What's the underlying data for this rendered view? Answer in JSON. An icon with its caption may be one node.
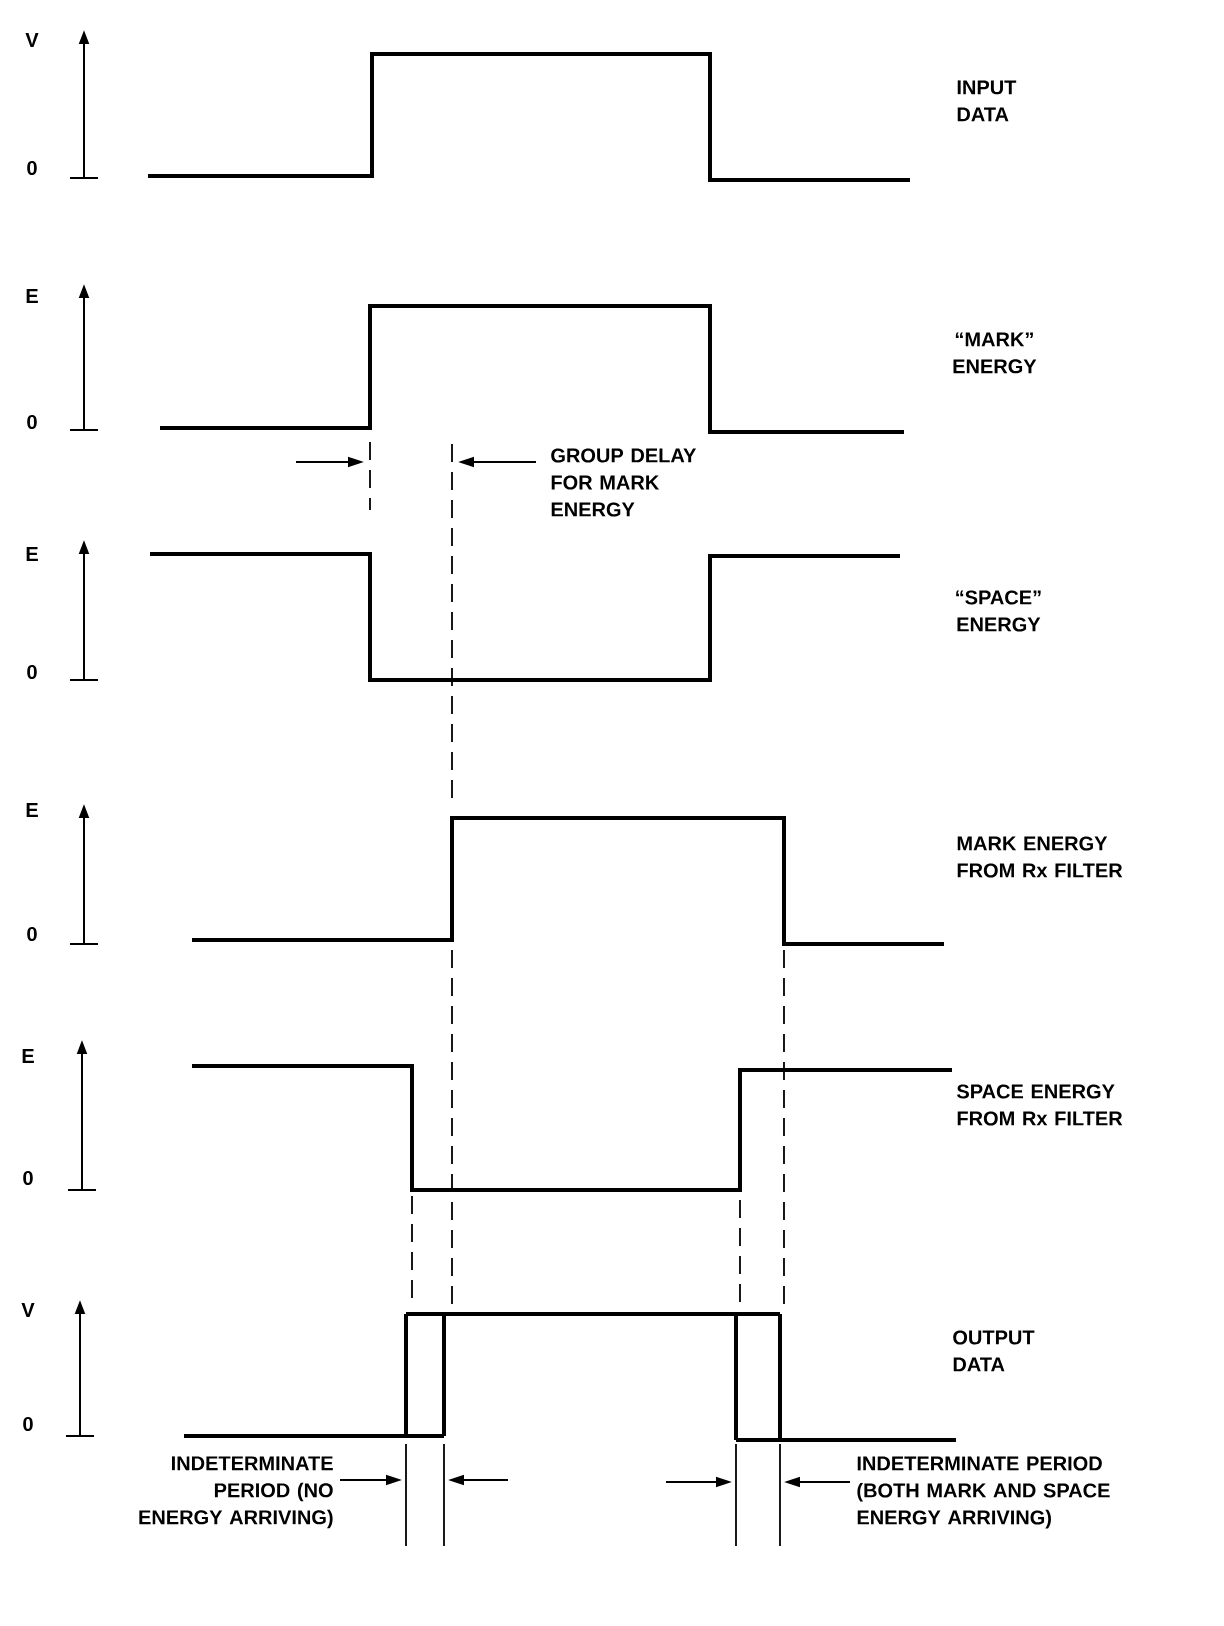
{
  "diagram": {
    "labels": [
      "V",
      "INPUT DATA",
      "0",
      "E",
      "“MARK” ENERGY",
      "0",
      "GROUP DELAY FOR MARK ENERGY",
      "E",
      "“SPACE” ENERGY",
      "0",
      "E",
      "MARK ENERGY FROM Rx FILTER",
      "0",
      "E",
      "SPACE ENERGY FROM Rx FILTER",
      "0",
      "V",
      "OUTPUT DATA",
      "0",
      "INDETERMINATE PERIOD (NO ENERGY ARRIVING)",
      "INDETERMINATE PERIOD (BOTH MARK AND SPACE ENERGY ARRIVING)"
    ]
  }
}
